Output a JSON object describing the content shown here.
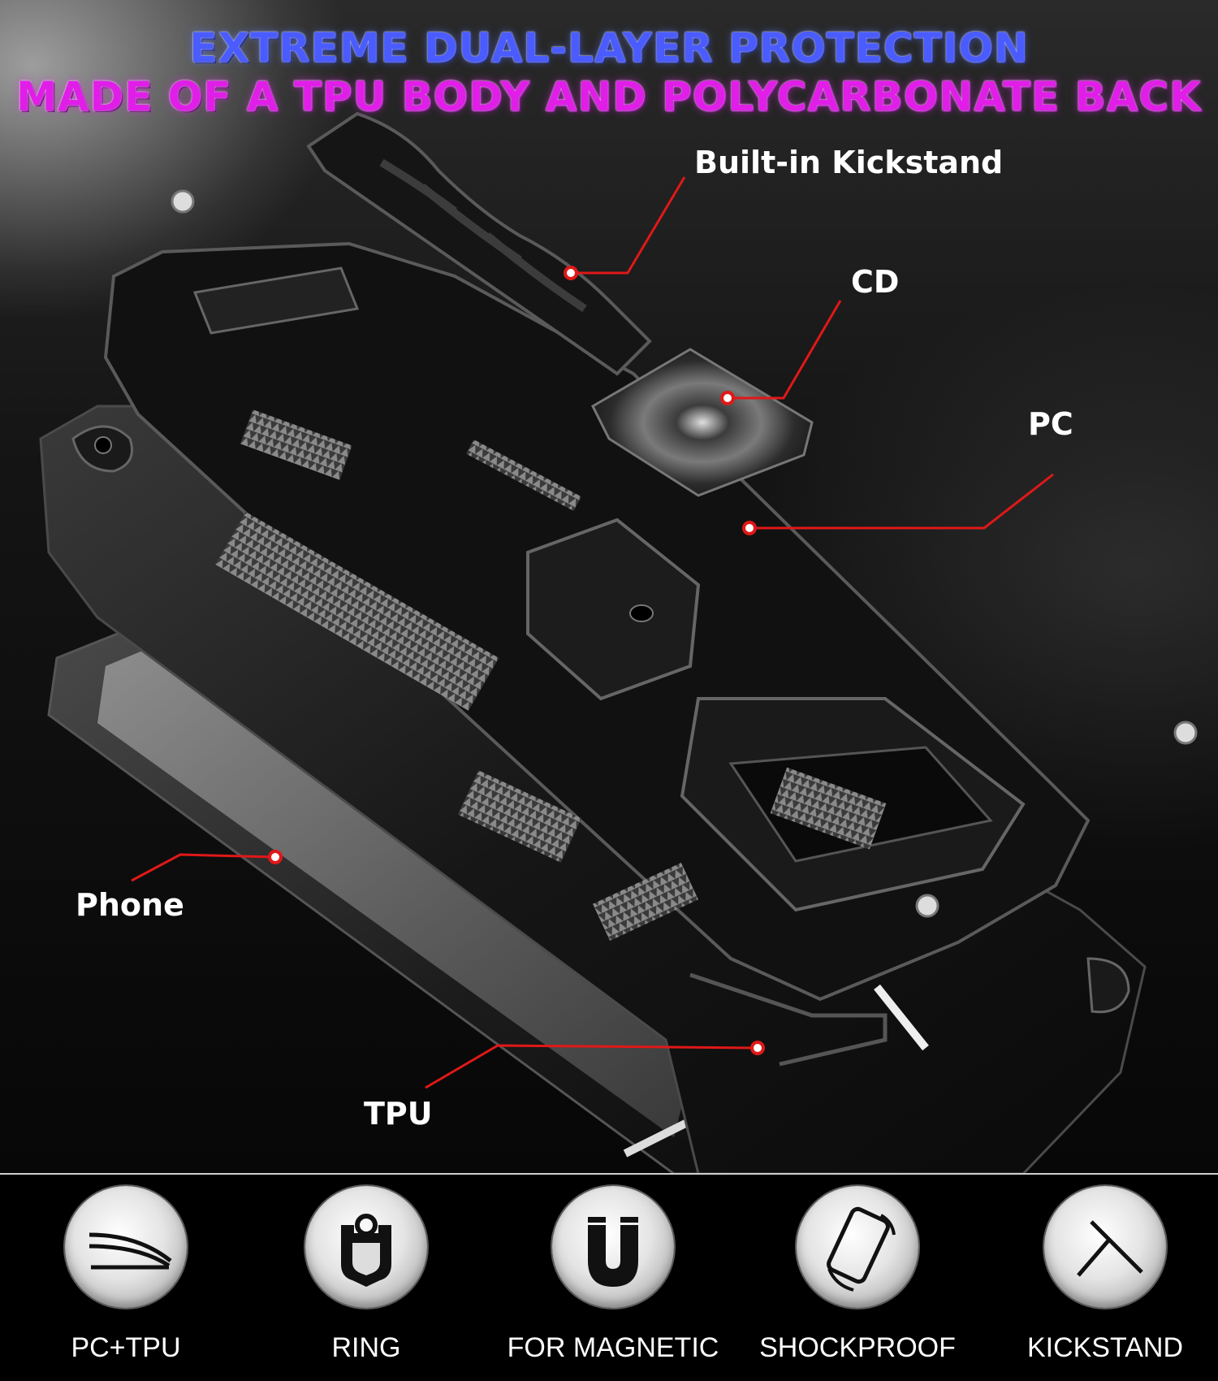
{
  "headline": {
    "line1": "EXTREME DUAL-LAYER PROTECTION",
    "line2": "MADE OF A TPU BODY AND POLYCARBONATE BACK"
  },
  "callouts": {
    "kickstand": "Built-in Kickstand",
    "cd": "CD",
    "pc": "PC",
    "phone": "Phone",
    "tpu": "TPU"
  },
  "features": [
    {
      "label": "PC+TPU",
      "icon": "layers-curve-icon"
    },
    {
      "label": "RING",
      "icon": "ring-icon"
    },
    {
      "label": "FOR MAGNETIC",
      "icon": "magnet-icon"
    },
    {
      "label": "SHOCKPROOF",
      "icon": "shockproof-phone-icon"
    },
    {
      "label": "KICKSTAND",
      "icon": "kickstand-icon"
    }
  ],
  "colors": {
    "headline1": "#4a5cff",
    "headline2": "#e01ee8",
    "leader": "#e01818",
    "background": "#000000"
  }
}
